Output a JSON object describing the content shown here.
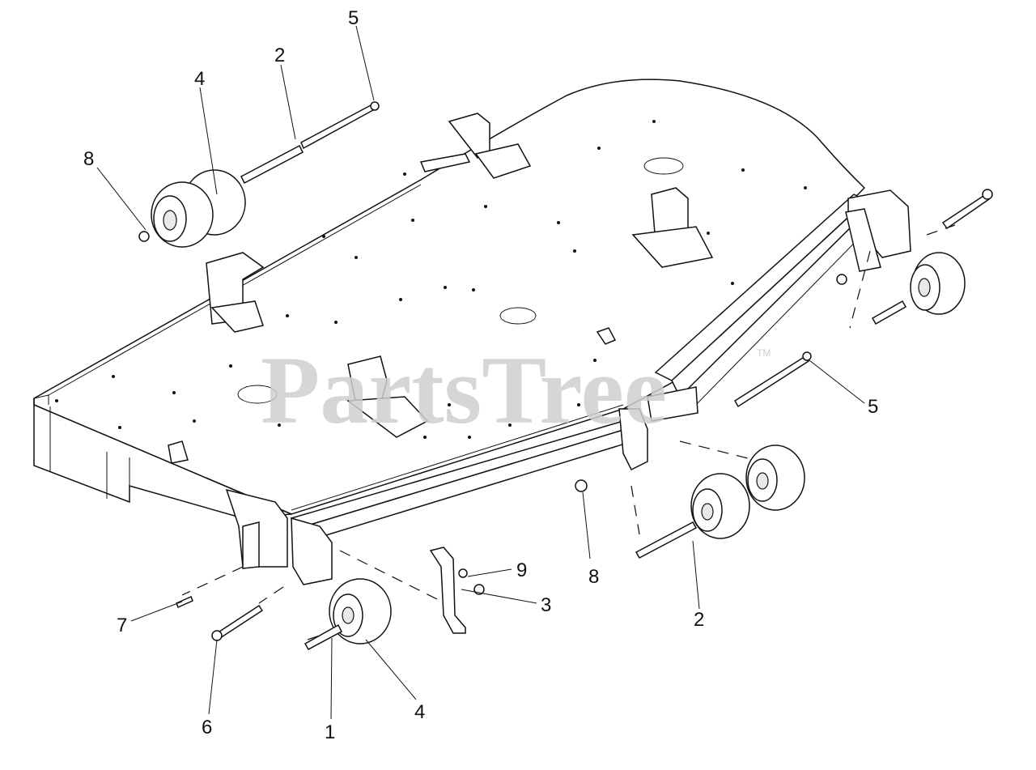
{
  "watermark": {
    "text": "PartsTree",
    "tm": "TM"
  },
  "callouts": {
    "c5_top": "5",
    "c2_top": "2",
    "c4_top": "4",
    "c8_top": "8",
    "c5_right": "5",
    "c9": "9",
    "c3": "3",
    "c8_mid": "8",
    "c2_right": "2",
    "c7": "7",
    "c6": "6",
    "c1": "1",
    "c4_bottom": "4"
  }
}
